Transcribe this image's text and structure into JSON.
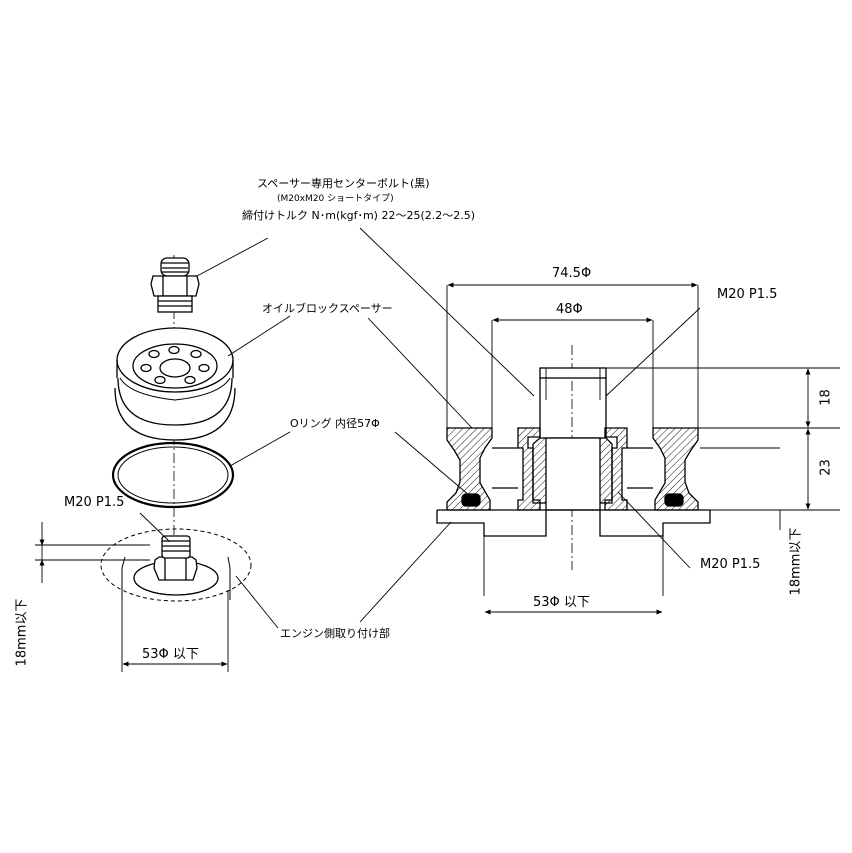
{
  "title": {
    "line1": "スペーサー専用センターボルト(黒)",
    "line2": "(M20xM20 ショートタイプ)",
    "line3": "締付けトルク N･m(kgf･m) 22〜25(2.2〜2.5)"
  },
  "labels": {
    "spacer": "オイルブロックスペーサー",
    "oring": "Oリング 内径57Φ",
    "left_thread": "M20 P1.5",
    "right_thread_top": "M20 P1.5",
    "right_thread_bottom": "M20 P1.5",
    "engine": "エンジン側取り付け部"
  },
  "dimensions": {
    "outer_dia": "74.5Φ",
    "inner_dia": "48Φ",
    "height_18": "18",
    "height_23": "23",
    "left_base_dia": "53Φ 以下",
    "right_base_dia": "53Φ 以下",
    "left_length": "18mm以下",
    "right_length": "18mm以下"
  },
  "colors": {
    "line": "#000000",
    "hatch": "#000000",
    "seal": "#000000",
    "background": "#ffffff"
  }
}
